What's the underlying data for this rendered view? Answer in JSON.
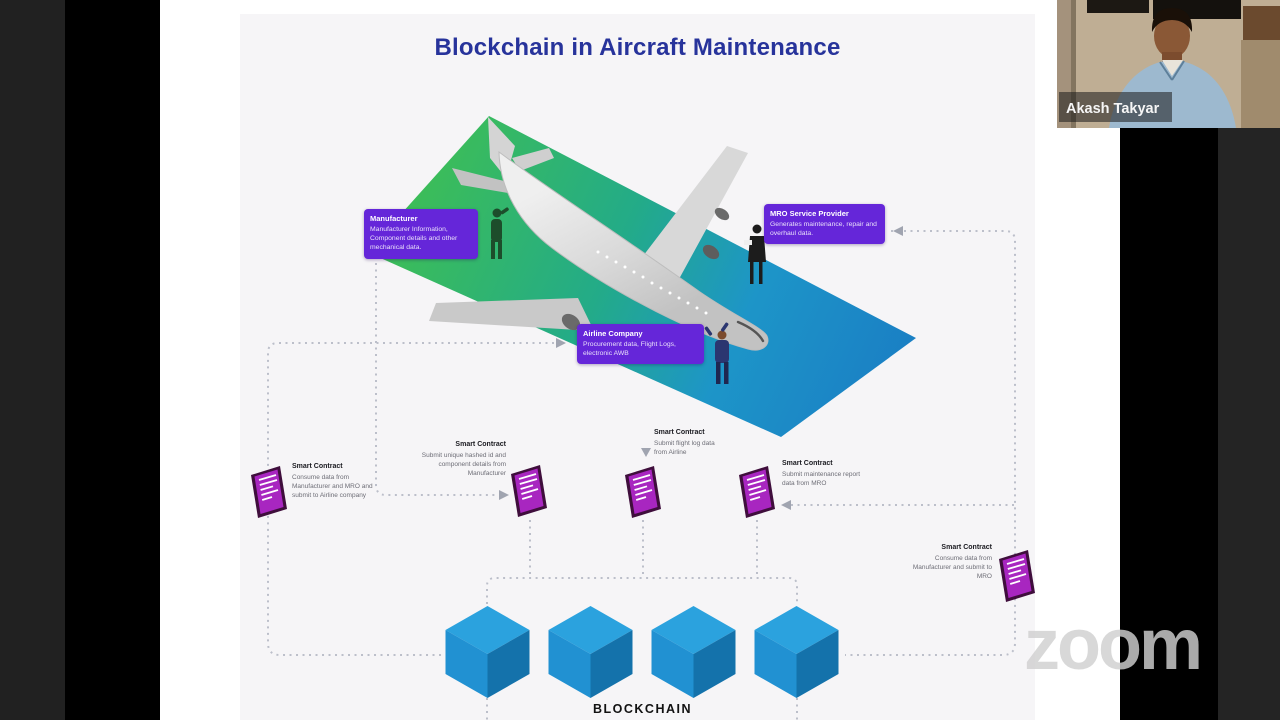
{
  "meeting": {
    "participant_name": "Akash Takyar",
    "watermark_text": "zoom"
  },
  "slide": {
    "title": "Blockchain in Aircraft Maintenance",
    "actors": {
      "manufacturer": {
        "title": "Manufacturer",
        "description": "Manufacturer Information, Component details and other mechanical data."
      },
      "mro": {
        "title": "MRO Service Provider",
        "description": "Generates maintenance, repair and overhaul data."
      },
      "airline": {
        "title": "Airline Company",
        "description": "Procurement data, Flight Logs, electronic AWB"
      }
    },
    "smart_contracts": {
      "consume_airline": {
        "title": "Smart Contract",
        "description": "Consume data from Manufacturer and MRO and submit to Airline company"
      },
      "submit_manufacturer": {
        "title": "Smart Contract",
        "description": "Submit unique hashed id and component details from Manufacturer"
      },
      "submit_flight_log": {
        "title": "Smart Contract",
        "description": "Submit flight log data from Airline"
      },
      "submit_maintenance": {
        "title": "Smart Contract",
        "description": "Submit maintenance report data from MRO"
      },
      "consume_mro": {
        "title": "Smart Contract",
        "description": "Consume data from Manufacturer and submit to MRO"
      }
    },
    "blockchain_label": "BLOCKCHAIN",
    "colors": {
      "accent_purple": "#6526d9",
      "doc_magenta": "#a826c0",
      "block_blue": "#2196d3",
      "platform_green": "#3cb54d",
      "platform_blue": "#1b86c8",
      "title_navy": "#27339b"
    }
  }
}
